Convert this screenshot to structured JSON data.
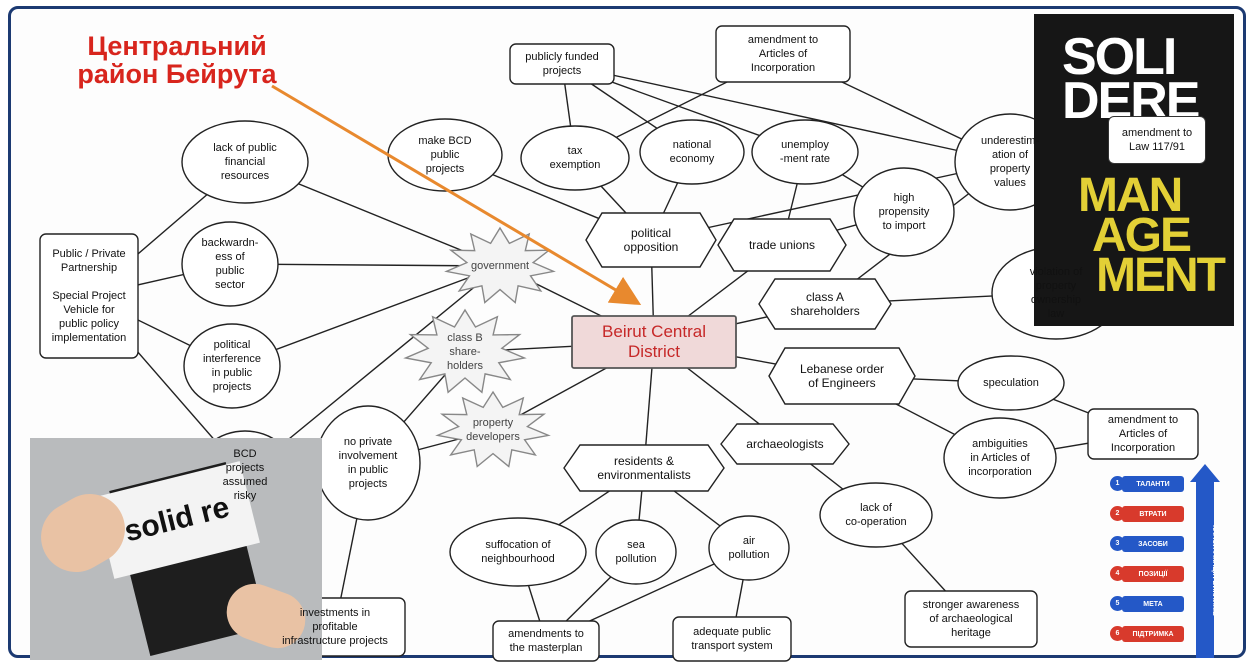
{
  "headline": "Центральний\nрайон Бейрута",
  "center": "Beirut Central\nDistrict",
  "nodes": {
    "publicly_funded": "publicly funded\nprojects",
    "amendment_articles_top": "amendment to\nArticles of\nIncorporation",
    "tax_exemption": "tax\nexemption",
    "national_economy": "national\neconomy",
    "unemployment": "unemploy\n-ment rate",
    "make_bcd": "make BCD\npublic\nprojects",
    "lack_funds": "lack of public\nfinancial\nresources",
    "political_opposition": "political\nopposition",
    "trade_unions": "trade unions",
    "high_propensity": "high\npropensity\nto import",
    "underestimation": "underestim-\nation of\nproperty\nvalues",
    "ppp": "Public / Private\nPartnership\n\nSpecial Project\nVehicle for\npublic policy\nimplementation",
    "backwardness": "backwardn-\ness of\npublic\nsector",
    "government": "government",
    "class_a": "class A\nshareholders",
    "violation": "violation of\nproperty\nownership\nlaw",
    "class_b": "class B\nshare-\nholders",
    "political_interference": "political\ninterference\nin public\nprojects",
    "lebanese_order": "Lebanese order\nof Engineers",
    "speculation": "speculation",
    "property_developers": "property\ndevelopers",
    "amendment_articles_right": "amendment to\nArticles of\nIncorporation",
    "bcd_risky": "BCD\nprojects\nassumed\nrisky",
    "no_private": "no private\ninvolvement\nin public\nprojects",
    "archaeologists": "archaeologists",
    "ambiguities": "ambiguities\nin Articles of\nincorporation",
    "residents": "residents &\nenvironmentalists",
    "lack_cooperation": "lack of\nco-operation",
    "suffocation": "suffocation of\nneighbourhood",
    "sea_pollution": "sea\npollution",
    "air_pollution": "air\npollution",
    "investments": "investments in\nprofitable\ninfrastructure projects",
    "stronger_awareness": "stronger awareness\nof archaeological\nheritage",
    "amendments_masterplan": "amendments to\nthe masterplan",
    "adequate_transport": "adequate public\ntransport system"
  },
  "poster": {
    "words_white": [
      "SOLI",
      "DERE"
    ],
    "words_yellow": [
      "MAN",
      "AGE",
      "MENT"
    ],
    "note": "amendment to\nLaw 117/91"
  },
  "photo": {
    "card_text": "solid re"
  },
  "ladder": {
    "title": "КЛАСИФІКАЦІЯ ВИКЛИКІВ",
    "items": [
      {
        "num": "1",
        "label": "ТАЛАНТИ",
        "color": "#2458c7"
      },
      {
        "num": "2",
        "label": "ВТРАТИ",
        "color": "#d83a2c"
      },
      {
        "num": "3",
        "label": "ЗАСОБИ",
        "color": "#2458c7"
      },
      {
        "num": "4",
        "label": "ПОЗИЦІЇ",
        "color": "#d83a2c"
      },
      {
        "num": "5",
        "label": "МЕТА",
        "color": "#2458c7"
      },
      {
        "num": "6",
        "label": "ПІДТРИМКА",
        "color": "#d83a2c"
      }
    ]
  },
  "colors": {
    "accent_red": "#d8251d",
    "arrow": "#e8892e",
    "frame": "#1c3a72",
    "center_fill": "#f0d9d9"
  }
}
